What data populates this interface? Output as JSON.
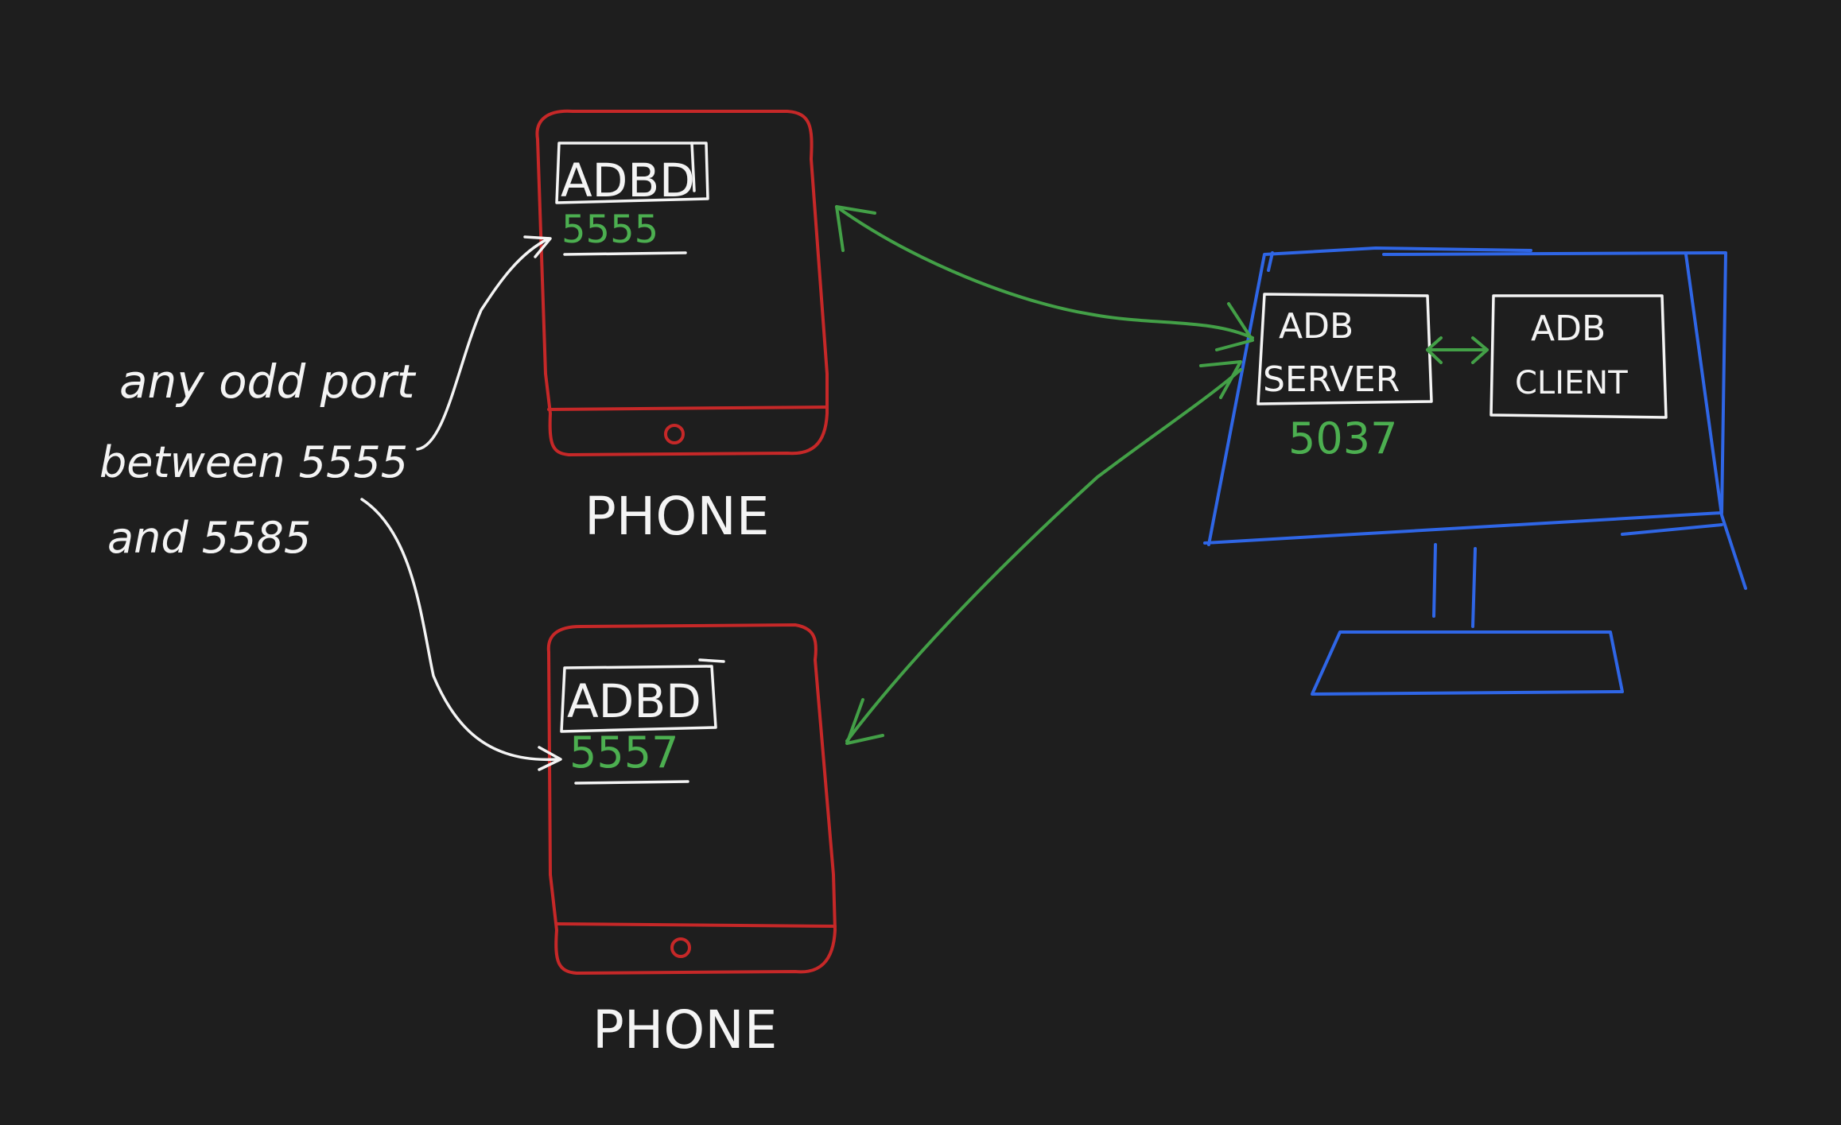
{
  "phones": [
    {
      "label": "PHONE",
      "daemon": "ADBD",
      "port": "5555"
    },
    {
      "label": "PHONE",
      "daemon": "ADBD",
      "port": "5557"
    }
  ],
  "computer": {
    "server_line1": "ADB",
    "server_line2": "SERVER",
    "server_port": "5037",
    "client_line1": "ADB",
    "client_line2": "CLIENT"
  },
  "annotation": {
    "line1": "any odd port",
    "line2": "between 5555",
    "line3": "and 5585"
  },
  "colors": {
    "background": "#1e1e1e",
    "phone_outline": "#c62828",
    "monitor_outline": "#2f66e6",
    "connection_arrow": "#43a047",
    "port_text": "#4caf50",
    "ink": "#f4f4f4"
  }
}
